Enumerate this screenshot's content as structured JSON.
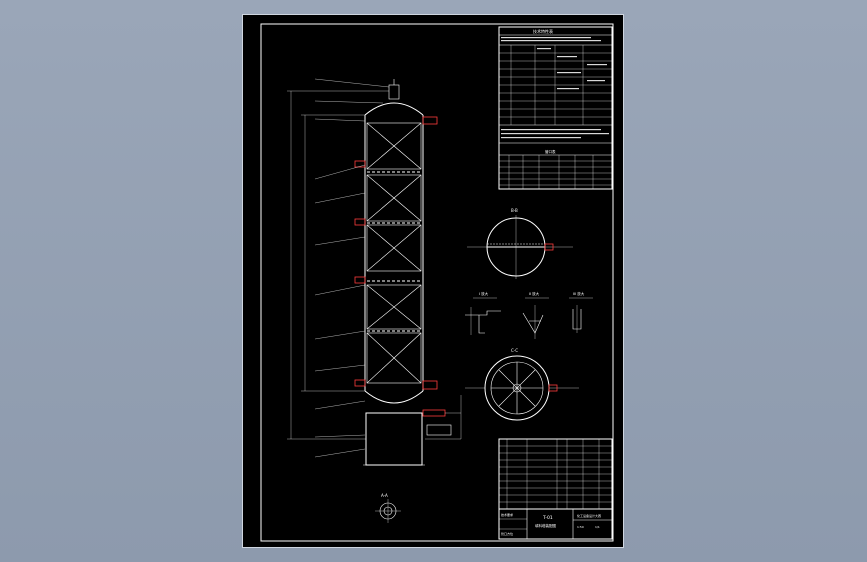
{
  "drawing": {
    "title_block_name": "T-01",
    "title_block_sub": "填料塔装配图",
    "detail_label": "管口方位",
    "header_table_title": "技术特性表",
    "nozzle_table_title": "管口表",
    "notes_title": "技术要求",
    "company": "化工设备设计大赛",
    "scale": "1:50",
    "sheet": "1/1"
  },
  "colors": {
    "background": "#8d9aad",
    "sheet": "#000000",
    "line": "#ffffff",
    "nozzle": "#ff3b3b"
  }
}
